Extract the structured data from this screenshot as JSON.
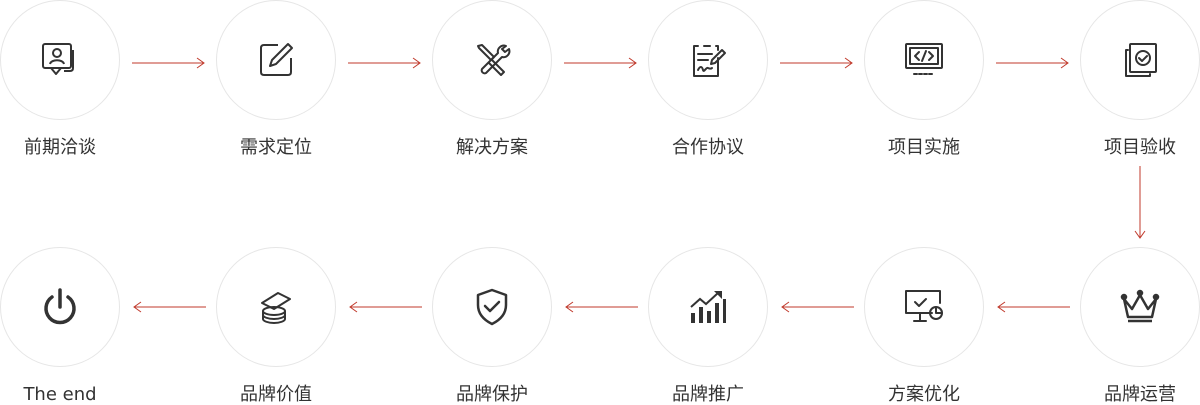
{
  "steps": [
    {
      "label": "前期洽谈",
      "icon": "consultation-icon"
    },
    {
      "label": "需求定位",
      "icon": "edit-icon"
    },
    {
      "label": "解决方案",
      "icon": "tools-icon"
    },
    {
      "label": "合作协议",
      "icon": "contract-icon"
    },
    {
      "label": "项目实施",
      "icon": "code-monitor-icon"
    },
    {
      "label": "项目验收",
      "icon": "check-copy-icon"
    },
    {
      "label": "品牌运营",
      "icon": "crown-icon"
    },
    {
      "label": "方案优化",
      "icon": "monitor-chart-icon"
    },
    {
      "label": "品牌推广",
      "icon": "growth-chart-icon"
    },
    {
      "label": "品牌保护",
      "icon": "shield-check-icon"
    },
    {
      "label": "品牌价值",
      "icon": "coins-icon"
    },
    {
      "label": "The end",
      "icon": "power-icon"
    }
  ],
  "colors": {
    "arrow": "#c0392b",
    "icon": "#333333",
    "circle_border": "#e6e6e6",
    "text": "#333333"
  }
}
